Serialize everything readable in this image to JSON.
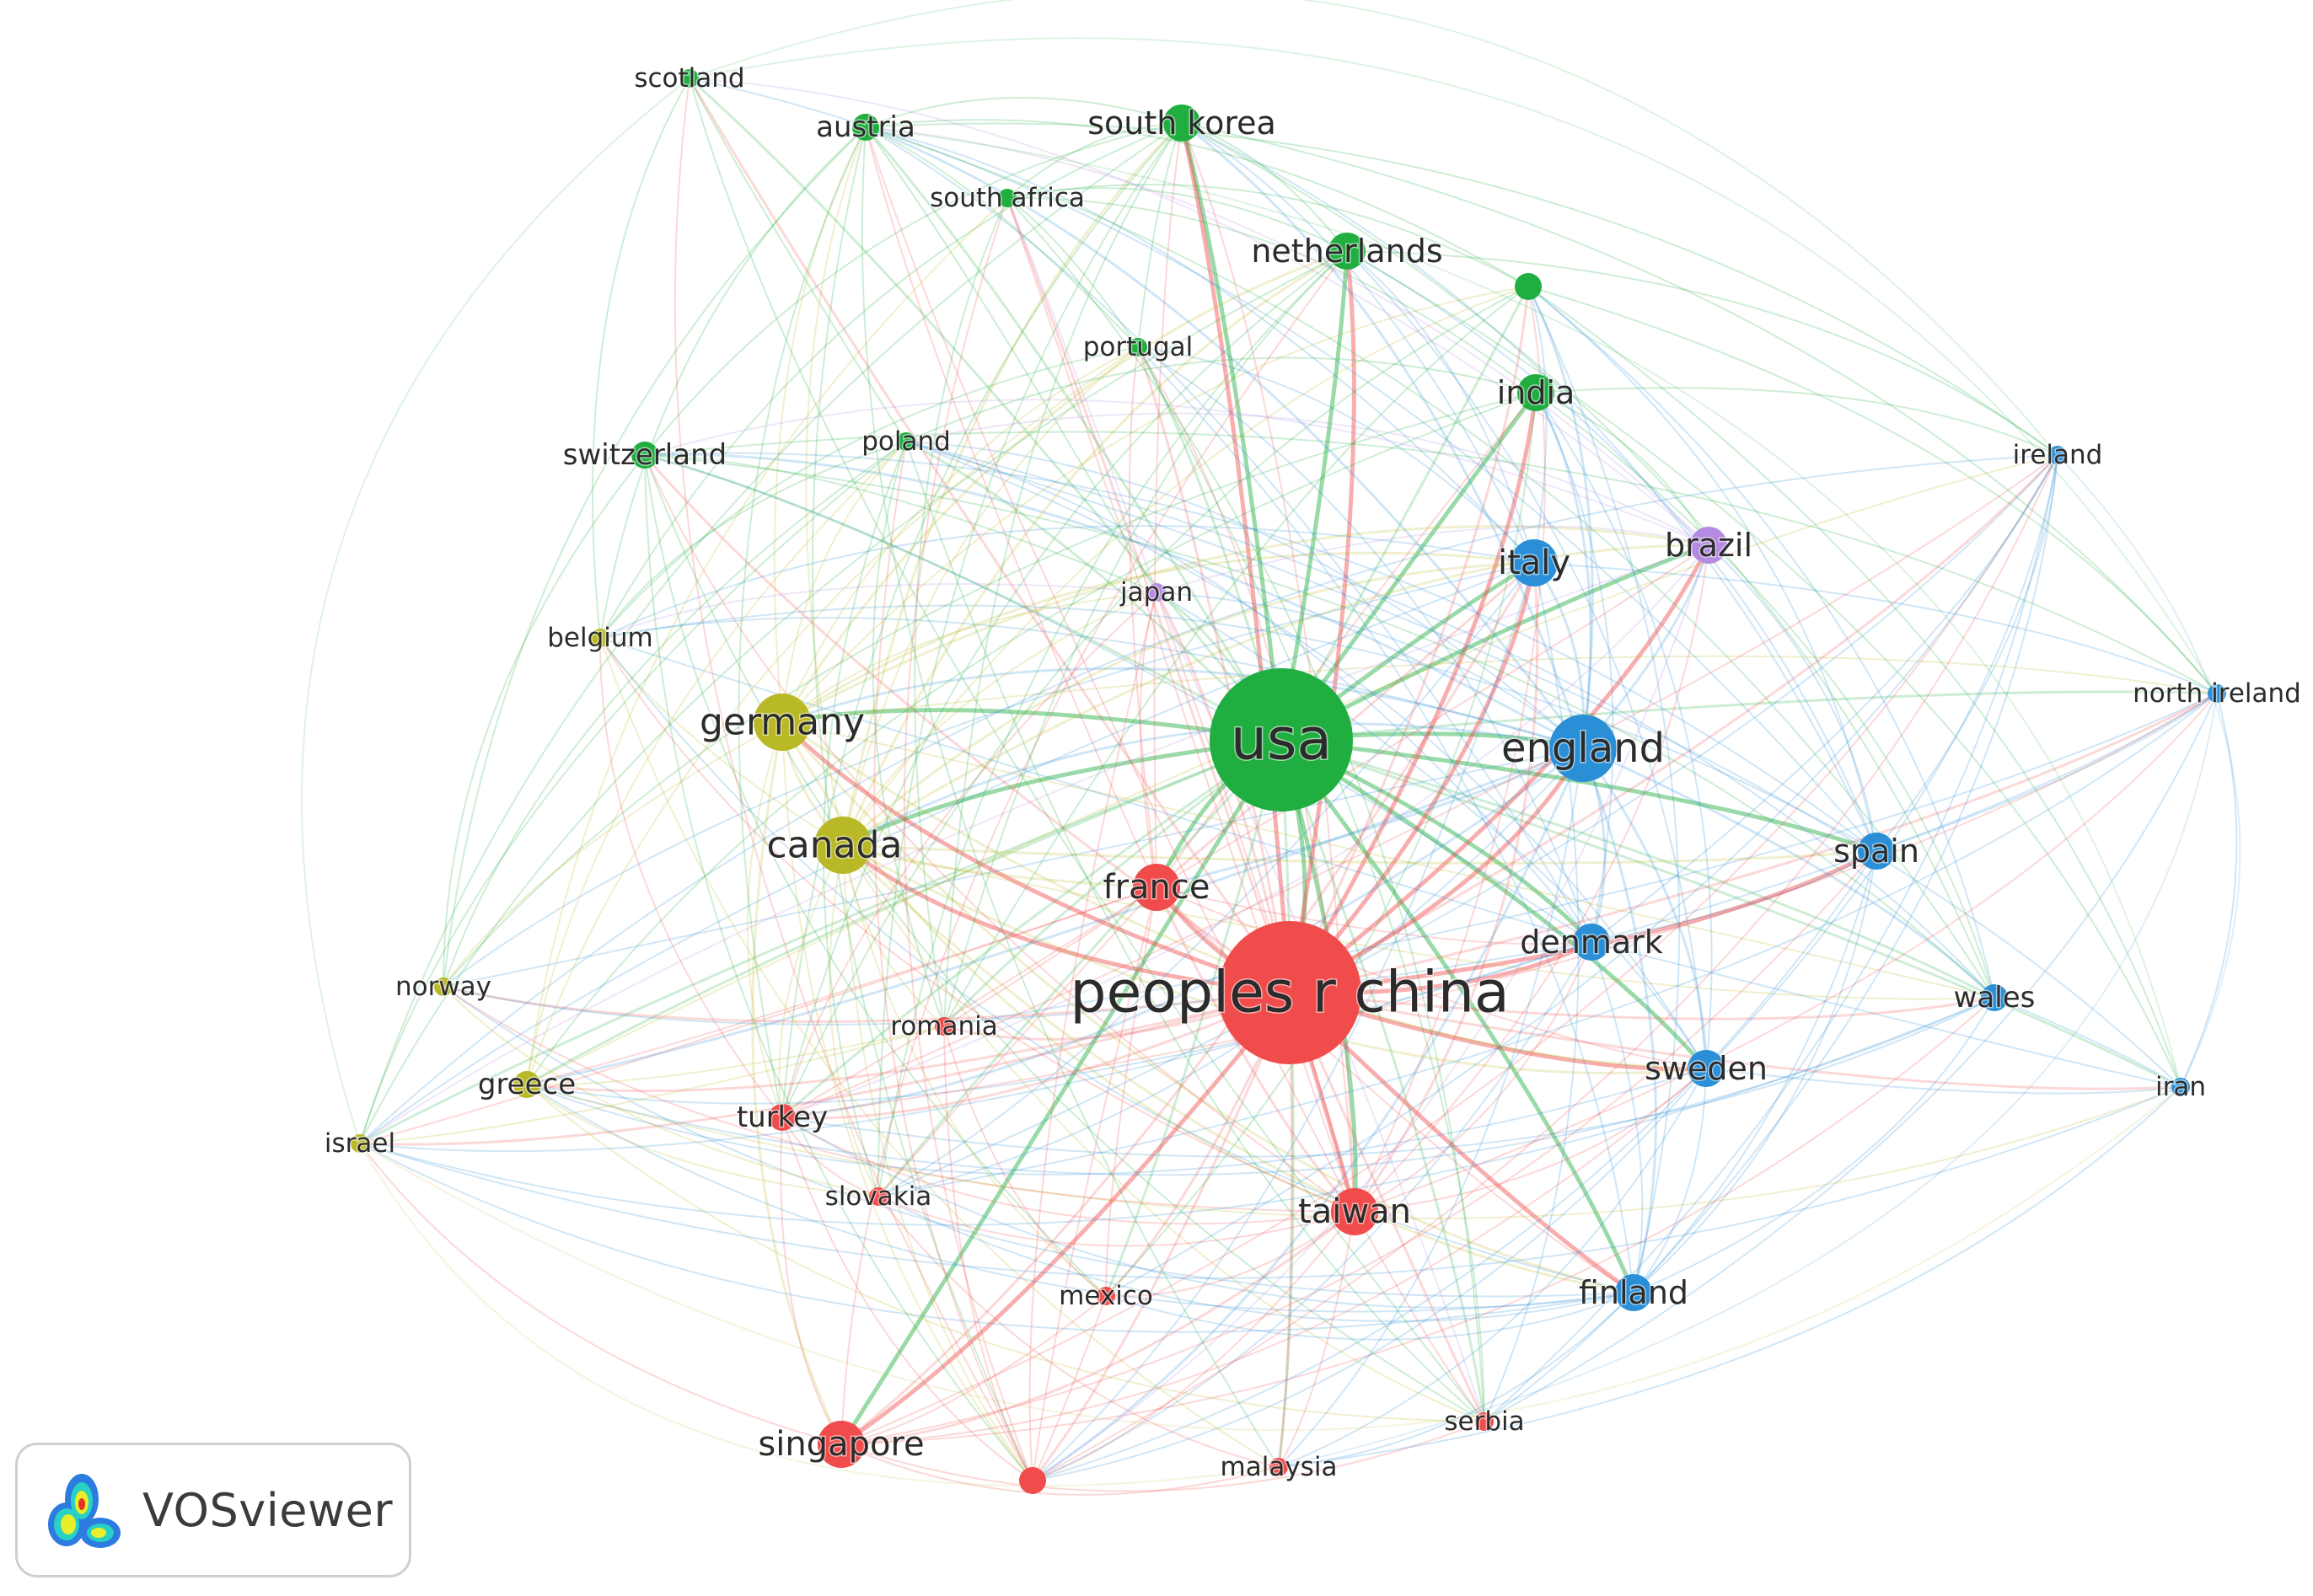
{
  "brand": {
    "name": "VOSviewer",
    "logo_icon": "vosviewer-logo-icon"
  },
  "clusters": {
    "red": "#f04c4c",
    "green": "#1fae3f",
    "blue": "#2a8fd6",
    "yellow": "#b9b826",
    "purple": "#b48be0"
  },
  "nodes": [
    {
      "id": "usa",
      "label": "usa",
      "cluster": "green",
      "weight": 10
    },
    {
      "id": "china",
      "label": "peoples r china",
      "cluster": "red",
      "weight": 10
    },
    {
      "id": "england",
      "label": "england",
      "cluster": "blue",
      "weight": 6
    },
    {
      "id": "germany",
      "label": "germany",
      "cluster": "yellow",
      "weight": 5
    },
    {
      "id": "canada",
      "label": "canada",
      "cluster": "yellow",
      "weight": 5
    },
    {
      "id": "france",
      "label": "france",
      "cluster": "red",
      "weight": 4
    },
    {
      "id": "taiwan",
      "label": "taiwan",
      "cluster": "red",
      "weight": 4
    },
    {
      "id": "singapore",
      "label": "singapore",
      "cluster": "red",
      "weight": 4
    },
    {
      "id": "italy",
      "label": "italy",
      "cluster": "blue",
      "weight": 4
    },
    {
      "id": "spain",
      "label": "spain",
      "cluster": "blue",
      "weight": 3
    },
    {
      "id": "sweden",
      "label": "sweden",
      "cluster": "blue",
      "weight": 3
    },
    {
      "id": "denmark",
      "label": "denmark",
      "cluster": "blue",
      "weight": 3
    },
    {
      "id": "finland",
      "label": "finland",
      "cluster": "blue",
      "weight": 3
    },
    {
      "id": "southkorea",
      "label": "south korea",
      "cluster": "green",
      "weight": 3
    },
    {
      "id": "netherlands",
      "label": "netherlands",
      "cluster": "green",
      "weight": 3
    },
    {
      "id": "india",
      "label": "india",
      "cluster": "green",
      "weight": 3
    },
    {
      "id": "austria",
      "label": "austria",
      "cluster": "green",
      "weight": 2
    },
    {
      "id": "switzerland",
      "label": "switzerland",
      "cluster": "green",
      "weight": 2
    },
    {
      "id": "brazil",
      "label": "brazil",
      "cluster": "purple",
      "weight": 3
    },
    {
      "id": "japan",
      "label": "japan",
      "cluster": "purple",
      "weight": 1
    },
    {
      "id": "wales",
      "label": "wales",
      "cluster": "blue",
      "weight": 2
    },
    {
      "id": "ireland",
      "label": "ireland",
      "cluster": "blue",
      "weight": 1
    },
    {
      "id": "northireland",
      "label": "north ireland",
      "cluster": "blue",
      "weight": 1
    },
    {
      "id": "iran",
      "label": "iran",
      "cluster": "blue",
      "weight": 1
    },
    {
      "id": "scotland",
      "label": "scotland",
      "cluster": "green",
      "weight": 1
    },
    {
      "id": "southafrica",
      "label": "south africa",
      "cluster": "green",
      "weight": 1
    },
    {
      "id": "portugal",
      "label": "portugal",
      "cluster": "green",
      "weight": 1
    },
    {
      "id": "poland",
      "label": "poland",
      "cluster": "green",
      "weight": 1
    },
    {
      "id": "unlabeled_green",
      "label": "",
      "cluster": "green",
      "weight": 2
    },
    {
      "id": "belgium",
      "label": "belgium",
      "cluster": "yellow",
      "weight": 1
    },
    {
      "id": "norway",
      "label": "norway",
      "cluster": "yellow",
      "weight": 1
    },
    {
      "id": "greece",
      "label": "greece",
      "cluster": "yellow",
      "weight": 2
    },
    {
      "id": "israel",
      "label": "israel",
      "cluster": "yellow",
      "weight": 1
    },
    {
      "id": "turkey",
      "label": "turkey",
      "cluster": "red",
      "weight": 2
    },
    {
      "id": "romania",
      "label": "romania",
      "cluster": "red",
      "weight": 1
    },
    {
      "id": "slovakia",
      "label": "slovakia",
      "cluster": "red",
      "weight": 1
    },
    {
      "id": "mexico",
      "label": "mexico",
      "cluster": "red",
      "weight": 1
    },
    {
      "id": "malaysia",
      "label": "malaysia",
      "cluster": "red",
      "weight": 1
    },
    {
      "id": "serbia",
      "label": "serbia",
      "cluster": "red",
      "weight": 1
    },
    {
      "id": "unlabeled_red",
      "label": "",
      "cluster": "red",
      "weight": 2
    }
  ]
}
